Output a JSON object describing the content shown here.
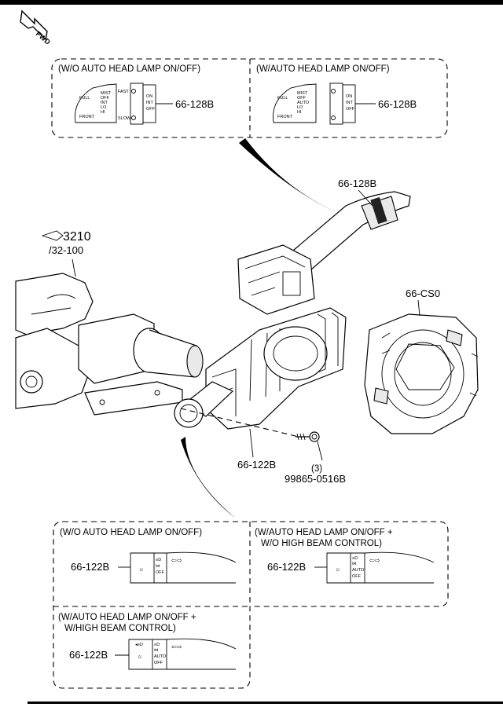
{
  "orientation": {
    "arrow_label": "FWD"
  },
  "top_panel": {
    "left_caption": "(W/O AUTO HEAD LAMP ON/OFF)",
    "right_caption": "(W/AUTO HEAD LAMP ON/OFF)",
    "left_part": "66-128B",
    "right_part": "66-128B",
    "left_marks": [
      "FAST",
      "ON",
      "INT",
      "OFF",
      "SLOW",
      "MIST",
      "OFF",
      "INT",
      "LO",
      "HI",
      "FULL",
      "FRONT"
    ],
    "right_marks": [
      "MIST",
      "OFF",
      "AUTO",
      "LO",
      "HI",
      "ON",
      "INT",
      "OFF",
      "FULL",
      "FRONT"
    ]
  },
  "main": {
    "wiper_switch": "66-128B",
    "ref_number": "3210",
    "ref_sub": "/32-100",
    "clock_spring": "66-CS0",
    "combination_switch": "66-122B",
    "screw_qty": "(3)",
    "screw_part": "99865-0516B"
  },
  "bottom_panel": {
    "cap_a": "(W/O AUTO HEAD LAMP ON/OFF)",
    "cap_b1": "(W/AUTO HEAD LAMP ON/OFF +",
    "cap_b2": "W/O HIGH BEAM CONTROL)",
    "cap_c1": "(W/AUTO HEAD LAMP ON/OFF +",
    "cap_c2": "W/HIGH BEAM CONTROL)",
    "part_a": "66-122B",
    "part_b": "66-122B",
    "part_c": "66-122B",
    "off_label": "OFF",
    "auto_label": "AUTO"
  }
}
